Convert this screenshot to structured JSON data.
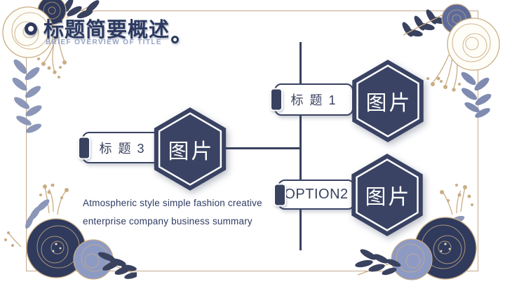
{
  "header": {
    "title": "标题简要概述",
    "subtitle": "BRIEF OVERVIEW OF TITLE"
  },
  "diagram": {
    "nodes": [
      {
        "id": "node-1",
        "label": "标 题 1",
        "placeholder": "图片"
      },
      {
        "id": "node-2",
        "label": "OPTION2",
        "placeholder": "图片"
      },
      {
        "id": "node-3",
        "label": "标 题 3",
        "placeholder": "图片"
      }
    ]
  },
  "description": {
    "line1": "Atmospheric style simple fashion creative",
    "line2": "enterprise company business summary"
  },
  "icons": {
    "ring-bullet": "◎",
    "label-pill": "▮"
  },
  "colors": {
    "navy": "#39425f",
    "title_navy": "#2c3960",
    "subtitle_blue": "#94a3c4",
    "frame_gold": "#c2a98b",
    "flower_light_blue": "#8d9ac4",
    "background": "#ffffff"
  }
}
